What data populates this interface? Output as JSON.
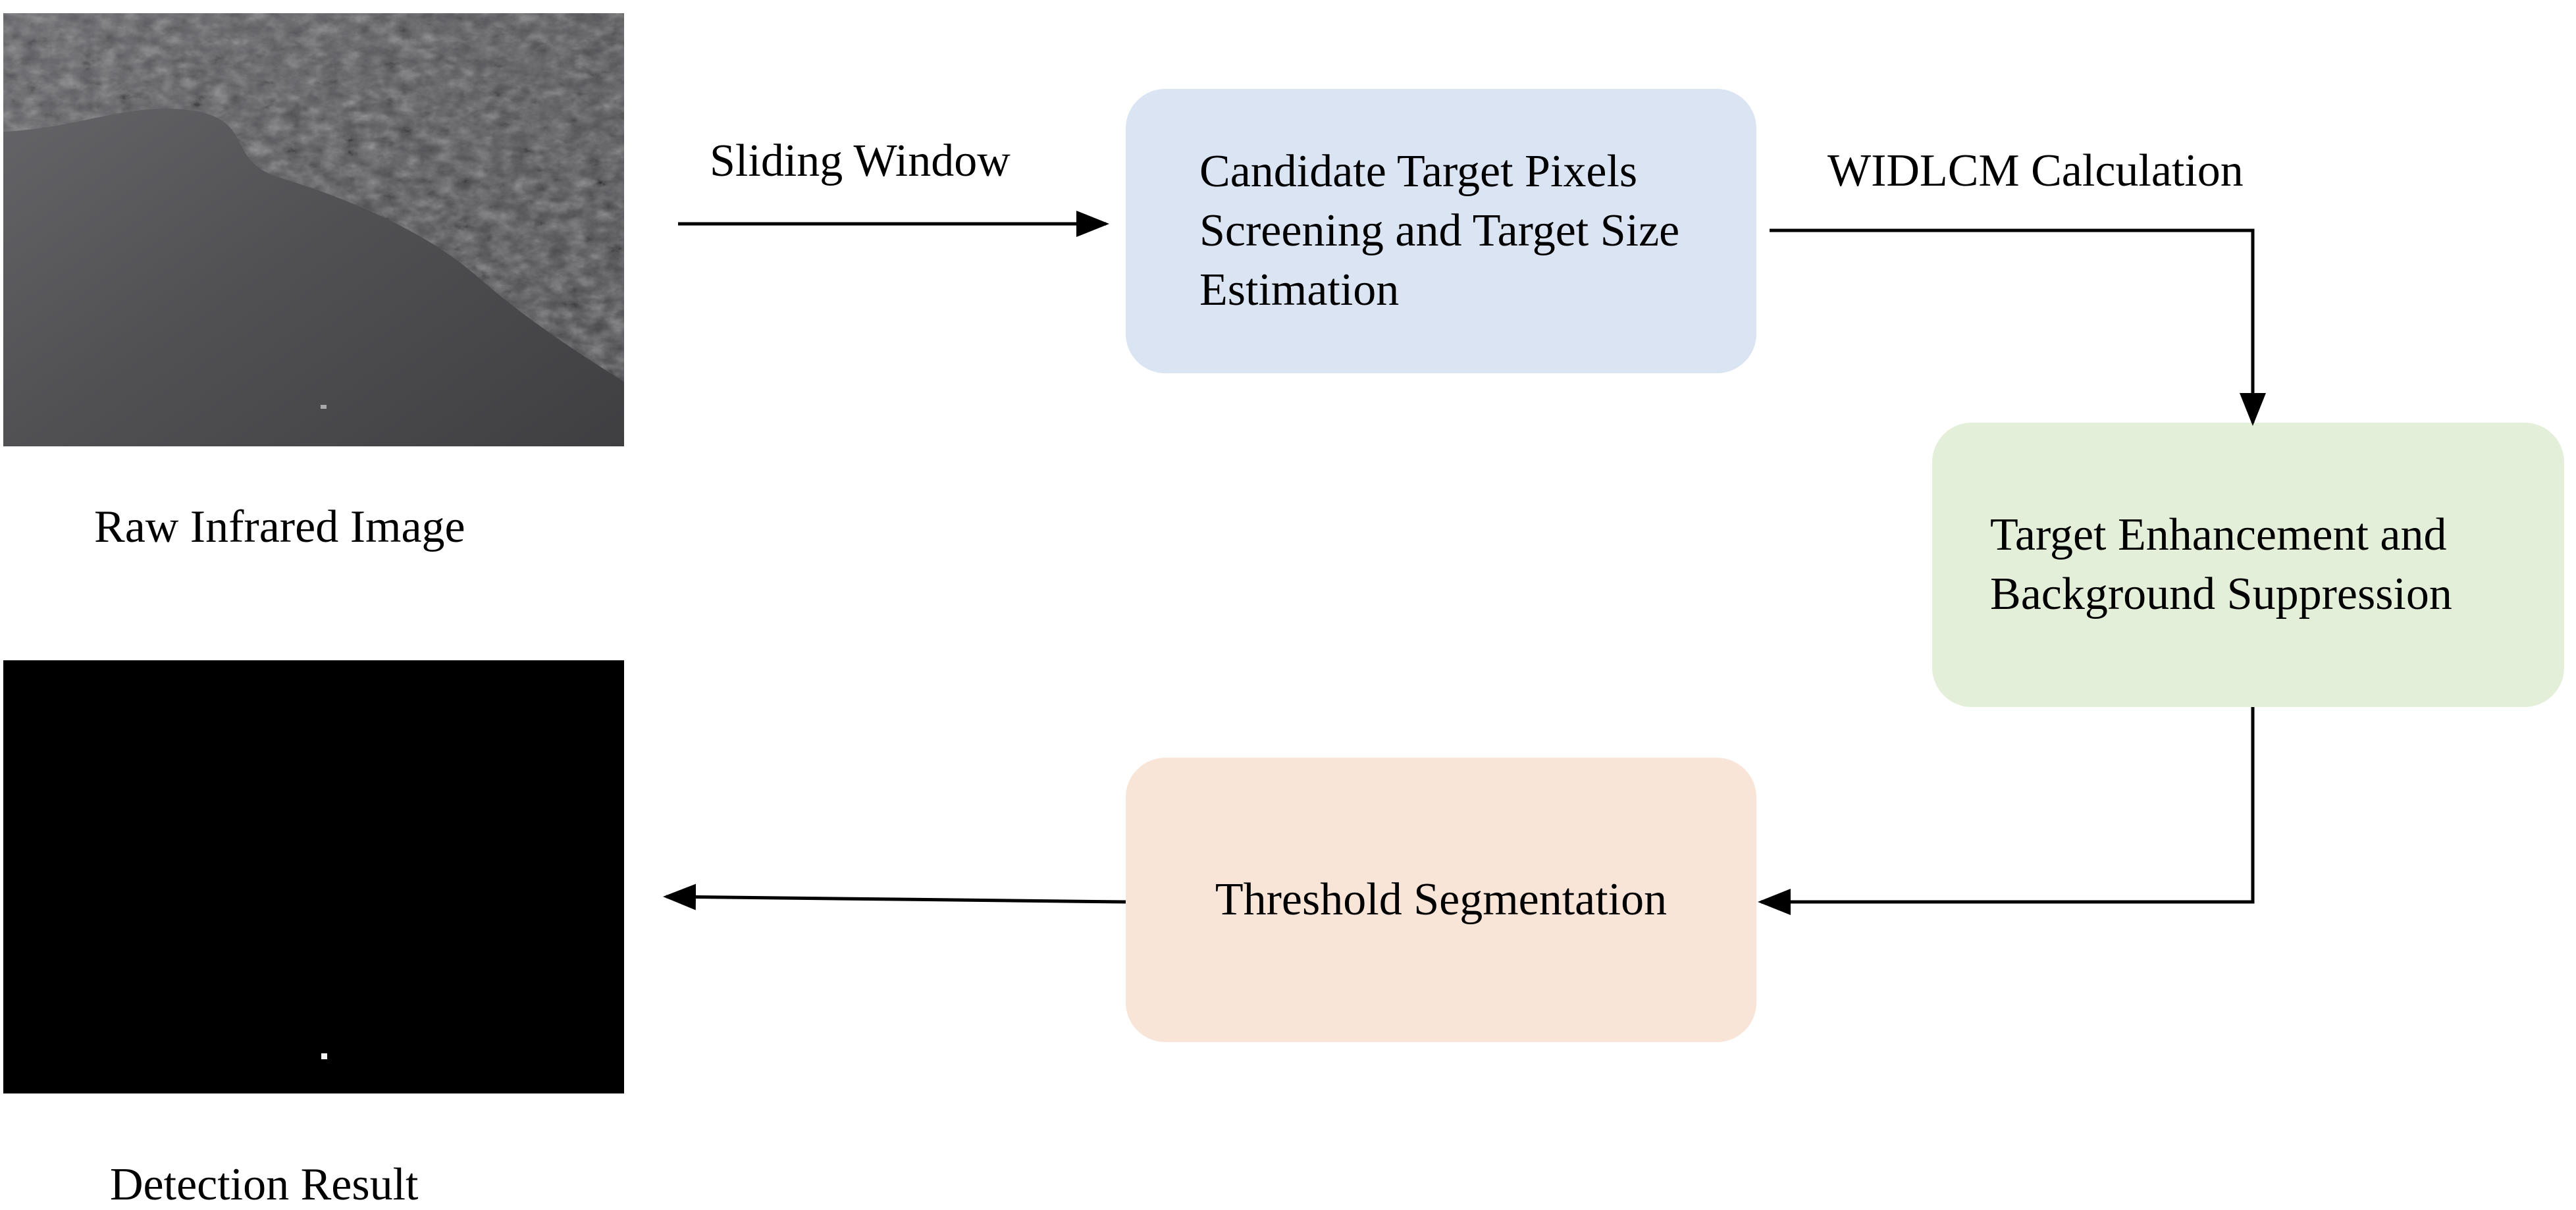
{
  "images": {
    "raw": {
      "caption": "Raw Infrared Image"
    },
    "result": {
      "caption": "Detection Result"
    }
  },
  "edges": {
    "sliding_window": "Sliding Window",
    "widlcm": "WIDLCM Calculation"
  },
  "boxes": {
    "candidate": {
      "text": "Candidate Target Pixels\nScreening and Target Size\nEstimation",
      "color": "#dae4f3"
    },
    "enhance": {
      "text": "Target Enhancement and\nBackground Suppression",
      "color": "#e3efd9"
    },
    "threshold": {
      "text": "Threshold Segmentation",
      "color": "#f9e5d8"
    }
  }
}
